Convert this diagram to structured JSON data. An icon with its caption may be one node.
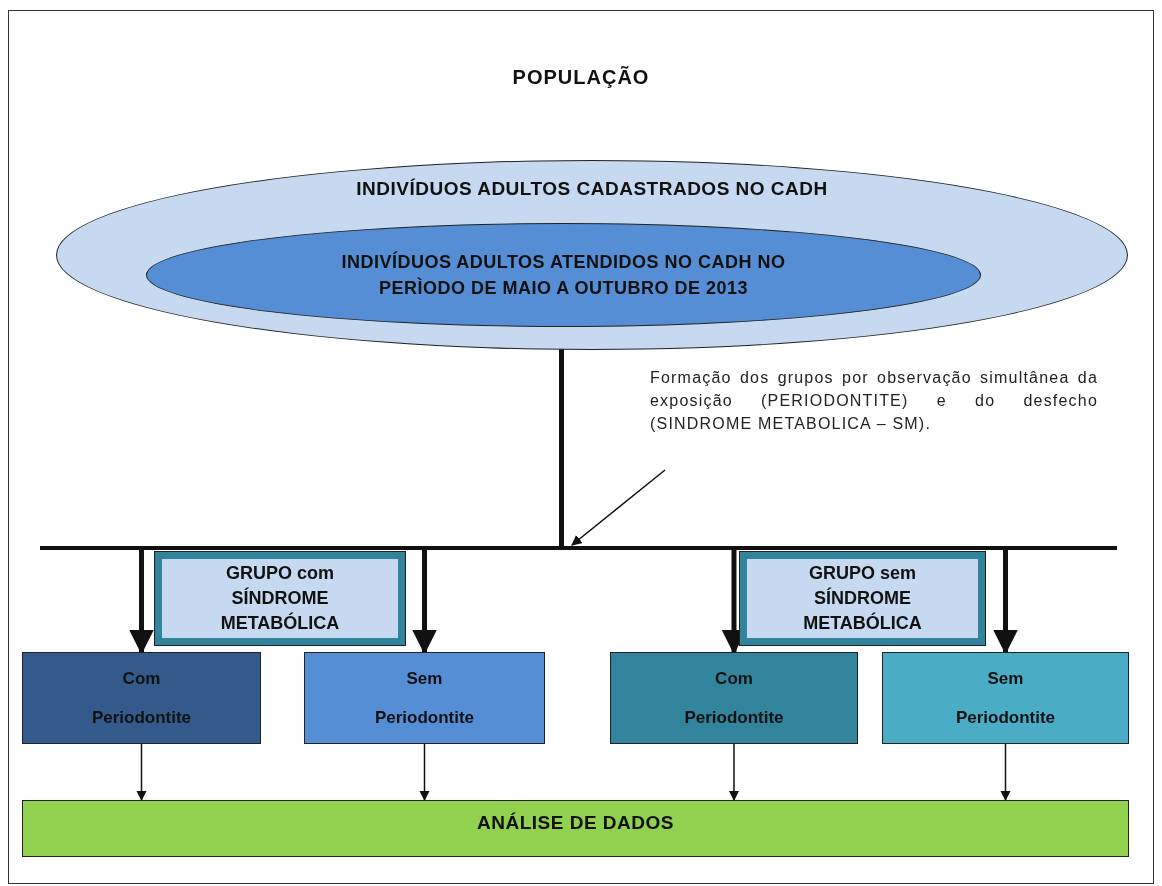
{
  "diagram": {
    "title": "POPULAÇÃO",
    "nodes": [
      {
        "text": [
          "INDIVÍDUOS ADULTOS CADASTRADOS NO CADH"
        ]
      },
      {
        "text": [
          "INDIVÍDUOS ADULTOS ATENDIDOS NO CADH NO PERÌODO DE MAIO A OUTUBRO DE 2013"
        ],
        "in": 0
      },
      {
        "text": [
          "Formação dos grupos por observação simultânea da exposição (PERIODONTITE) e do desfecho (SINDROME METABOLICA – SM)."
        ]
      },
      {
        "text": [],
        "shape": "bar"
      },
      {
        "text": [
          "GRUPO com SÍNDROME METABÓLICA"
        ]
      },
      {
        "text": [
          "GRUPO sem SÍNDROME METABÓLICA"
        ]
      },
      {
        "text": [
          "Com",
          "Periodontite"
        ]
      },
      {
        "text": [
          "Sem",
          "Periodontite"
        ]
      },
      {
        "text": [
          "Com",
          "Periodontite"
        ]
      },
      {
        "text": [
          "Sem",
          "Periodontite"
        ]
      },
      {
        "text": [
          "ANÁLISE DE DADOS"
        ]
      }
    ],
    "edges": [
      {
        "from": 1,
        "to": 3,
        "arrow": "none",
        "style": "thick"
      },
      {
        "from": 2,
        "to": 3,
        "arrow": "to"
      },
      {
        "from": 3,
        "to": 6,
        "arrow": "to",
        "style": "thick"
      },
      {
        "from": 3,
        "to": 7,
        "arrow": "to",
        "style": "thick"
      },
      {
        "from": 3,
        "to": 8,
        "arrow": "to",
        "style": "thick"
      },
      {
        "from": 3,
        "to": 9,
        "arrow": "to",
        "style": "thick"
      },
      {
        "from": 6,
        "to": 10,
        "arrow": "to"
      },
      {
        "from": 7,
        "to": 10,
        "arrow": "to"
      },
      {
        "from": 8,
        "to": 10,
        "arrow": "to"
      },
      {
        "from": 9,
        "to": 10,
        "arrow": "to"
      }
    ]
  }
}
